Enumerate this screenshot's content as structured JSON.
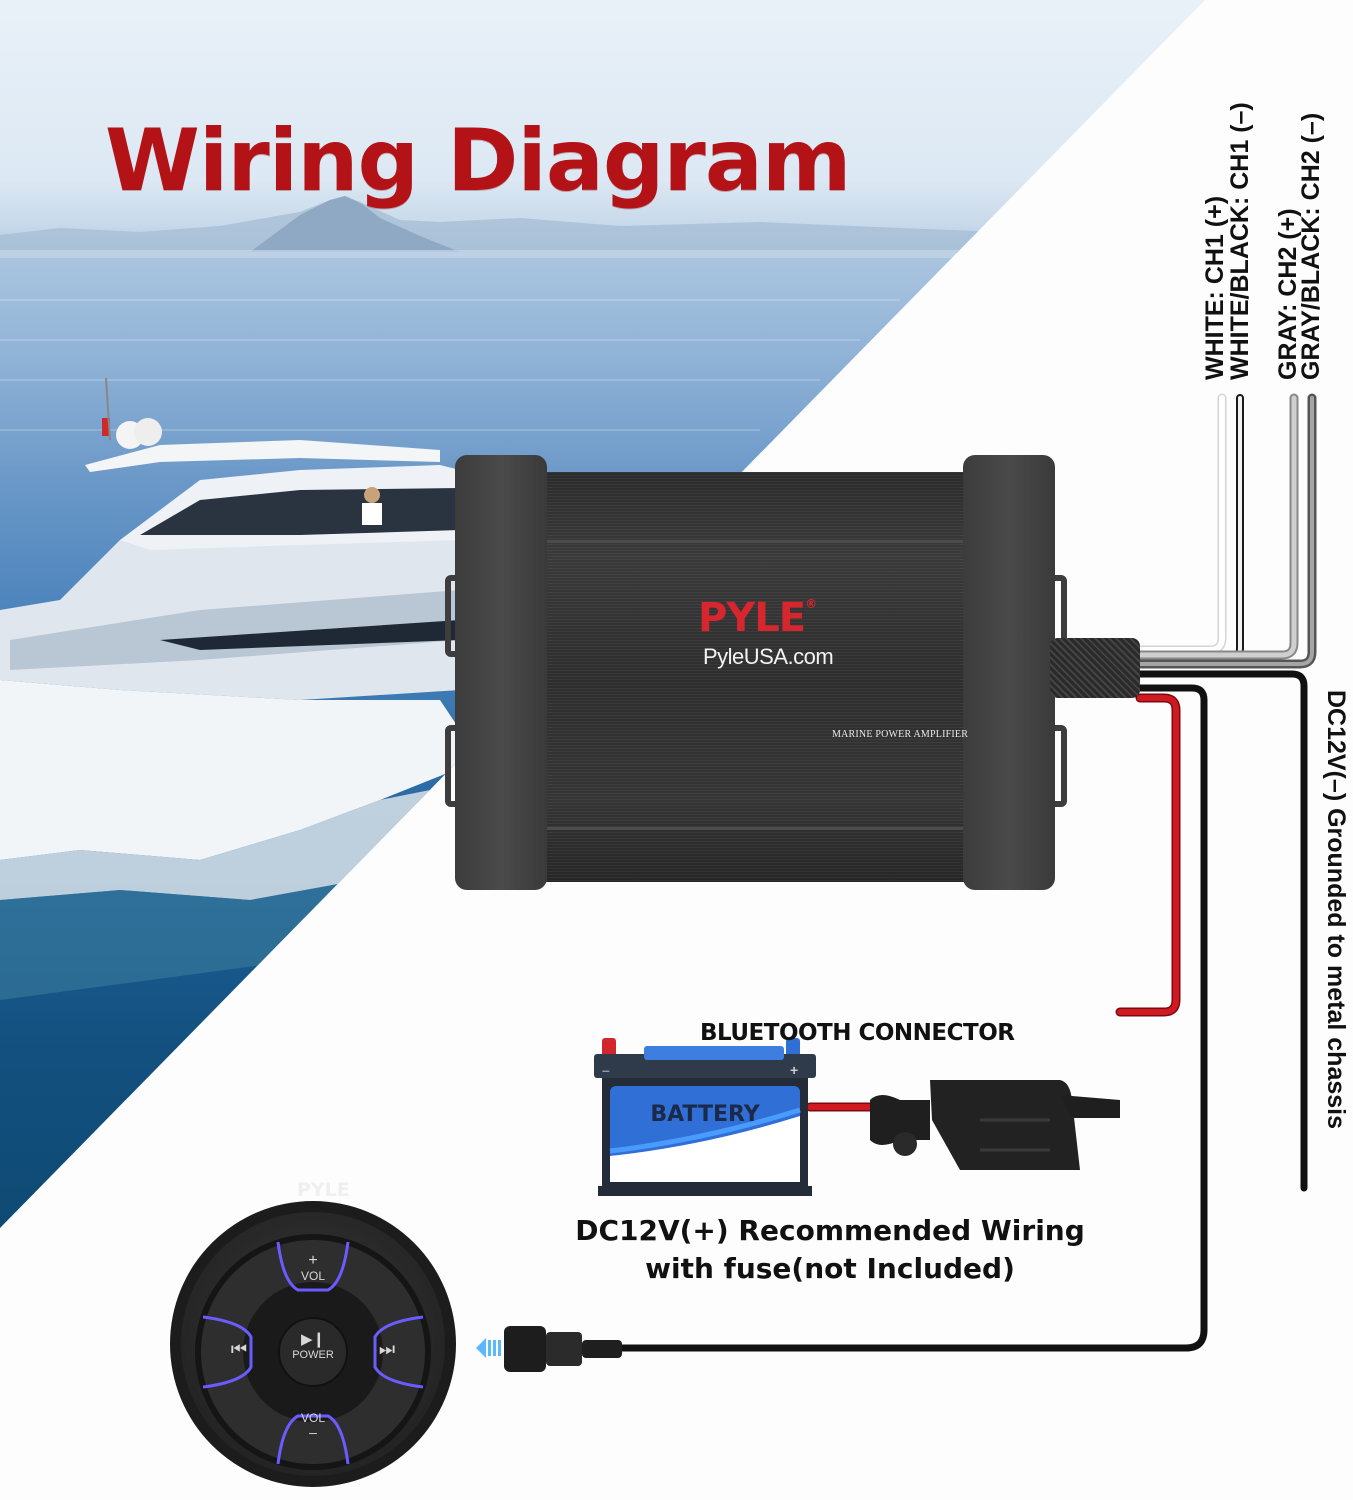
{
  "title": "Wiring Diagram",
  "colors": {
    "title_red": "#b31217",
    "brand_red": "#d8262e",
    "wire_red": "#c8161d",
    "wire_black": "#111111",
    "wire_white": "#ffffff",
    "wire_gray": "#9a9a9a",
    "led_blue": "#6a5cff",
    "battery_blue": "#2f6fd6"
  },
  "speaker_wires": [
    {
      "label": "WHITE: CH1 (+)",
      "color": "white"
    },
    {
      "label": "WHITE/BLACK: CH1 (–)",
      "color": "white-black"
    },
    {
      "label": "GRAY: CH2 (+)",
      "color": "gray"
    },
    {
      "label": "GRAY/BLACK: CH2 (–)",
      "color": "gray-black"
    }
  ],
  "ground": {
    "label": "DC12V(–) Grounded to metal chassis"
  },
  "amplifier": {
    "brand": "PYLE",
    "registered_mark": "®",
    "website": "PyleUSA.com",
    "model_text": "MARINE POWER AMPLIFIER"
  },
  "battery": {
    "label": "BATTERY",
    "neg_symbol": "–",
    "pos_symbol": "+"
  },
  "fuse_caption": {
    "line1": "DC12V(+) Recommended Wiring",
    "line2": "with fuse(not Included)"
  },
  "bluetooth": {
    "caption": "BLUETOOTH CONNECTOR"
  },
  "remote": {
    "brand": "PYLE",
    "buttons": {
      "vol_up_symbol": "+",
      "vol_up_label": "VOL",
      "vol_down_label": "VOL",
      "vol_down_symbol": "–",
      "prev_symbol": "⏮",
      "next_symbol": "⏭",
      "play_symbol": "▶❙",
      "power_label": "POWER"
    }
  }
}
